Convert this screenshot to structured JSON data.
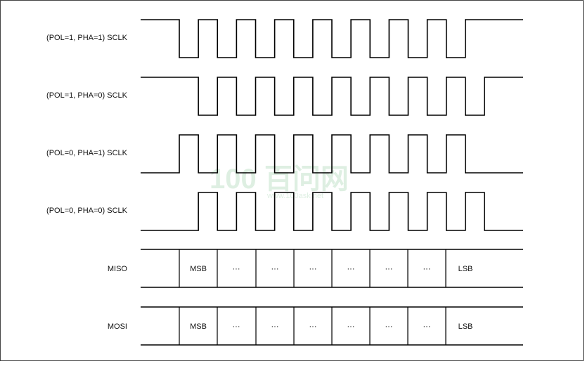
{
  "signals": [
    {
      "label": "(POL=1, PHA=1) SCLK",
      "idle": "high",
      "phase_shift": false
    },
    {
      "label": "(POL=1, PHA=0) SCLK",
      "idle": "high",
      "phase_shift": true
    },
    {
      "label": "(POL=0, PHA=1) SCLK",
      "idle": "low",
      "phase_shift": false
    },
    {
      "label": "(POL=0, PHA=0) SCLK",
      "idle": "low",
      "phase_shift": true
    }
  ],
  "data_lines": [
    {
      "label": "MISO",
      "cells": [
        "MSB",
        "···",
        "···",
        "···",
        "···",
        "···",
        "···",
        "LSB"
      ]
    },
    {
      "label": "MOSI",
      "cells": [
        "MSB",
        "···",
        "···",
        "···",
        "···",
        "···",
        "···",
        "LSB"
      ]
    }
  ],
  "watermark": {
    "text": "100 百问网",
    "subtext": "www.100ask.net",
    "color": "#b8dcc0"
  }
}
